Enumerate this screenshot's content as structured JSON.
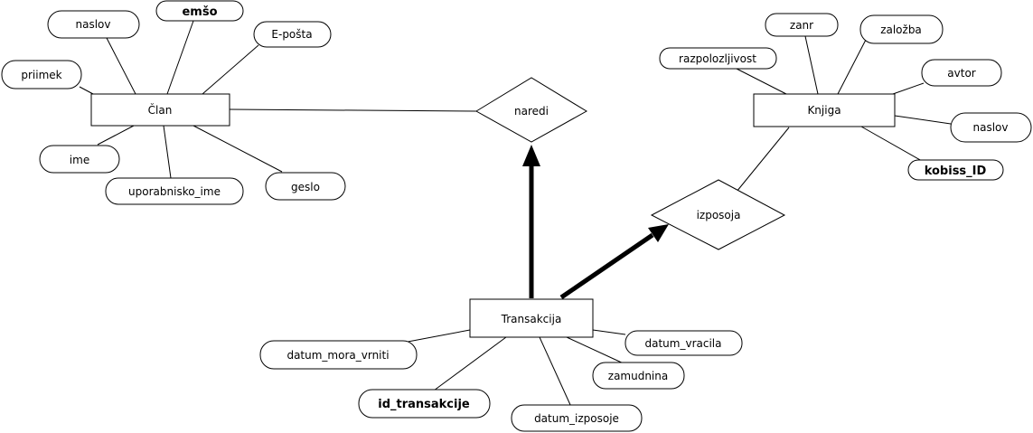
{
  "entities": {
    "clan": "Član",
    "knjiga": "Knjiga",
    "transakcija": "Transakcija"
  },
  "relations": {
    "naredi": "naredi",
    "izposoja": "izposoja"
  },
  "attributes": {
    "clan": {
      "naslov": "naslov",
      "emso": "emšo",
      "eposta": "E-pošta",
      "priimek": "priimek",
      "ime": "ime",
      "uporabnisko_ime": "uporabnisko_ime",
      "geslo": "geslo"
    },
    "knjiga": {
      "zanr": "zanr",
      "zalozba": "založba",
      "razpolozljivost": "razpolozljivost",
      "avtor": "avtor",
      "naslov": "naslov",
      "kobiss_id": "kobiss_ID"
    },
    "transakcija": {
      "datum_mora_vrniti": "datum_mora_vrniti",
      "id_transakcije": "id_transakcije",
      "datum_izposoje": "datum_izposoje",
      "zamudnina": "zamudnina",
      "datum_vracila": "datum_vracila"
    }
  },
  "key_attributes": [
    "emšo",
    "kobiss_ID",
    "id_transakcije"
  ]
}
